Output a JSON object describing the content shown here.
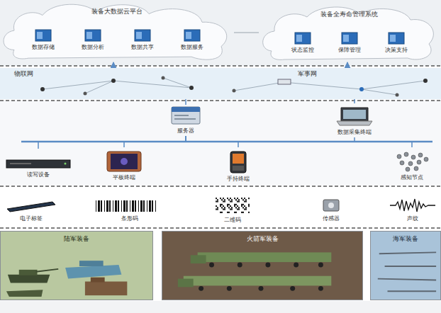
{
  "diagram": {
    "nodes": [
      {
        "text": [
          "装备大数据云平台"
        ]
      },
      {
        "text": [
          "数据存储"
        ],
        "in": 0
      },
      {
        "text": [
          "数据分析"
        ],
        "in": 0
      },
      {
        "text": [
          "数据共享"
        ],
        "in": 0
      },
      {
        "text": [
          "数据服务"
        ],
        "in": 0
      },
      {
        "text": [
          "装备全寿命管理系统"
        ]
      },
      {
        "text": [
          "状态监控"
        ],
        "in": 5
      },
      {
        "text": [
          "保障管理"
        ],
        "in": 5
      },
      {
        "text": [
          "决策支持"
        ],
        "in": 5
      },
      {
        "text": [
          "物联网",
          "军事网"
        ]
      },
      {
        "text": [
          "服务器"
        ]
      },
      {
        "text": [
          "数据采集终端"
        ]
      },
      {
        "text": [
          "读写设备"
        ]
      },
      {
        "text": [
          "平板终端"
        ]
      },
      {
        "text": [
          "手持终端"
        ]
      },
      {
        "text": [
          "感知节点"
        ]
      },
      {
        "text": [
          "电子标签"
        ]
      },
      {
        "text": [
          "条形码"
        ]
      },
      {
        "text": [
          "二维码"
        ]
      },
      {
        "text": [
          "传感器"
        ]
      },
      {
        "text": [
          "声纹"
        ]
      },
      {
        "text": [
          "陆军装备"
        ]
      },
      {
        "text": [
          "火箭军装备"
        ]
      },
      {
        "text": [
          "海军装备"
        ]
      }
    ],
    "edges": [
      {
        "from": 10,
        "to": 9,
        "arrow": "none"
      },
      {
        "from": 11,
        "to": 9,
        "arrow": "none"
      },
      {
        "from": 9,
        "to": 0,
        "arrow": "to"
      },
      {
        "from": 9,
        "to": 5,
        "arrow": "to"
      },
      {
        "from": 10,
        "to": 12,
        "arrow": "none"
      },
      {
        "from": 10,
        "to": 13,
        "arrow": "none"
      },
      {
        "from": 10,
        "to": 14,
        "arrow": "none"
      },
      {
        "from": 11,
        "to": 15,
        "arrow": "none"
      }
    ]
  }
}
